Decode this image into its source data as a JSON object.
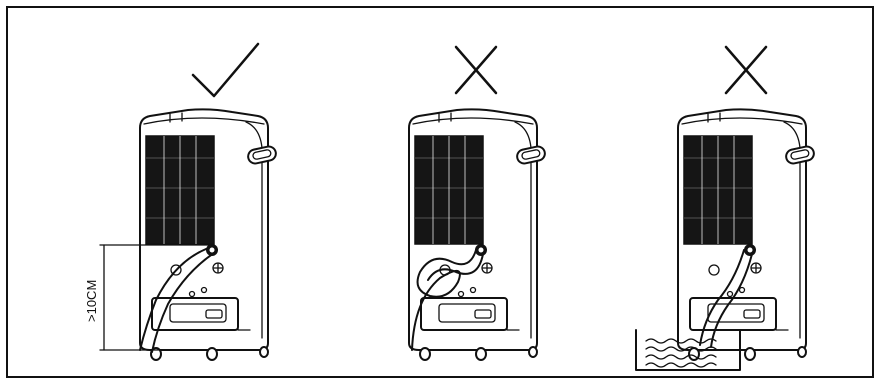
{
  "panels": [
    {
      "id": "correct",
      "mark": "check-mark-icon",
      "caption": ""
    },
    {
      "id": "wrong-kinked-hose",
      "mark": "x-mark-icon",
      "caption": ""
    },
    {
      "id": "wrong-hose-in-water",
      "mark": "x-mark-icon",
      "caption": ""
    }
  ],
  "dimension_label": ">10CM",
  "colors": {
    "line": "#111111",
    "background": "#ffffff"
  }
}
